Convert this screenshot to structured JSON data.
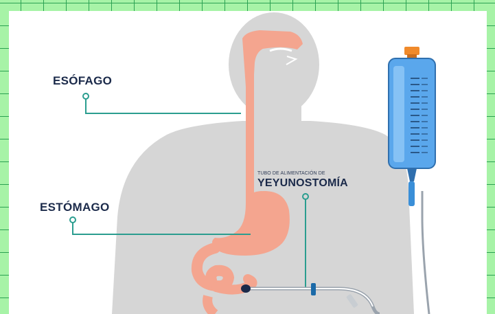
{
  "labels": {
    "esofago": "ESÓFAGO",
    "estomago": "ESTÓMAGO",
    "tube_caption": "TUBO DE ALIMENTACIÓN DE",
    "tube_title": "YEYUNOSTOMÍA"
  },
  "colors": {
    "grid_background": "#a7f3a7",
    "grid_lines": "#2aa152",
    "body_silhouette": "#d3d3d3",
    "organs": "#f4a58f",
    "leader_lines": "#2a9d8f",
    "label_text": "#1b2a4a",
    "bag": "#4f9fe6",
    "bag_cap": "#f08a2b"
  }
}
